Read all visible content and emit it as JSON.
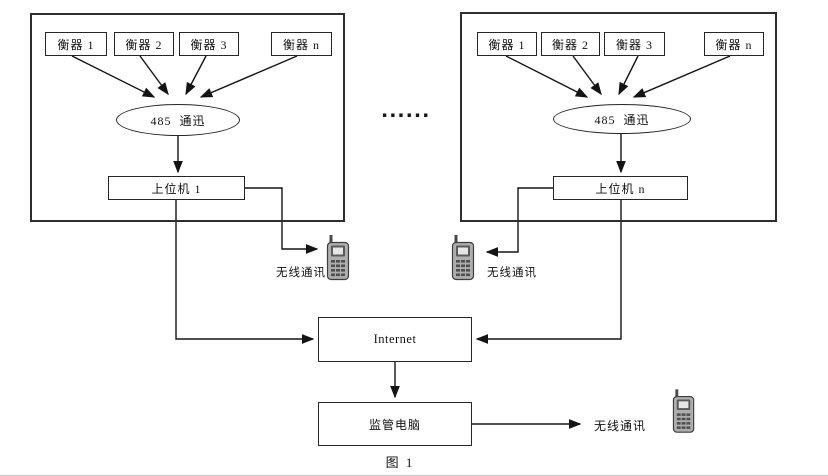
{
  "figure_caption": "图 1",
  "separator_dots": "......",
  "panels": [
    {
      "side": "left",
      "scales": [
        "衡器 1",
        "衡器 2",
        "衡器 3",
        "衡器 n"
      ],
      "bus_label": "485  通迅",
      "host_label": "上位机 1",
      "wireless_label": "无线通讯"
    },
    {
      "side": "right",
      "scales": [
        "衡器 1",
        "衡器 2",
        "衡器 3",
        "衡器 n"
      ],
      "bus_label": "485  通迅",
      "host_label": "上位机 n",
      "wireless_label": "无线通讯"
    }
  ],
  "internet_label": "Internet",
  "monitor_label": "监管电脑",
  "monitor_wireless_label": "无线通讯",
  "colors": {
    "line": "#1a1a1a",
    "box_border": "#262626",
    "background": "#ffffff",
    "phone_body": "#aeaeae"
  }
}
